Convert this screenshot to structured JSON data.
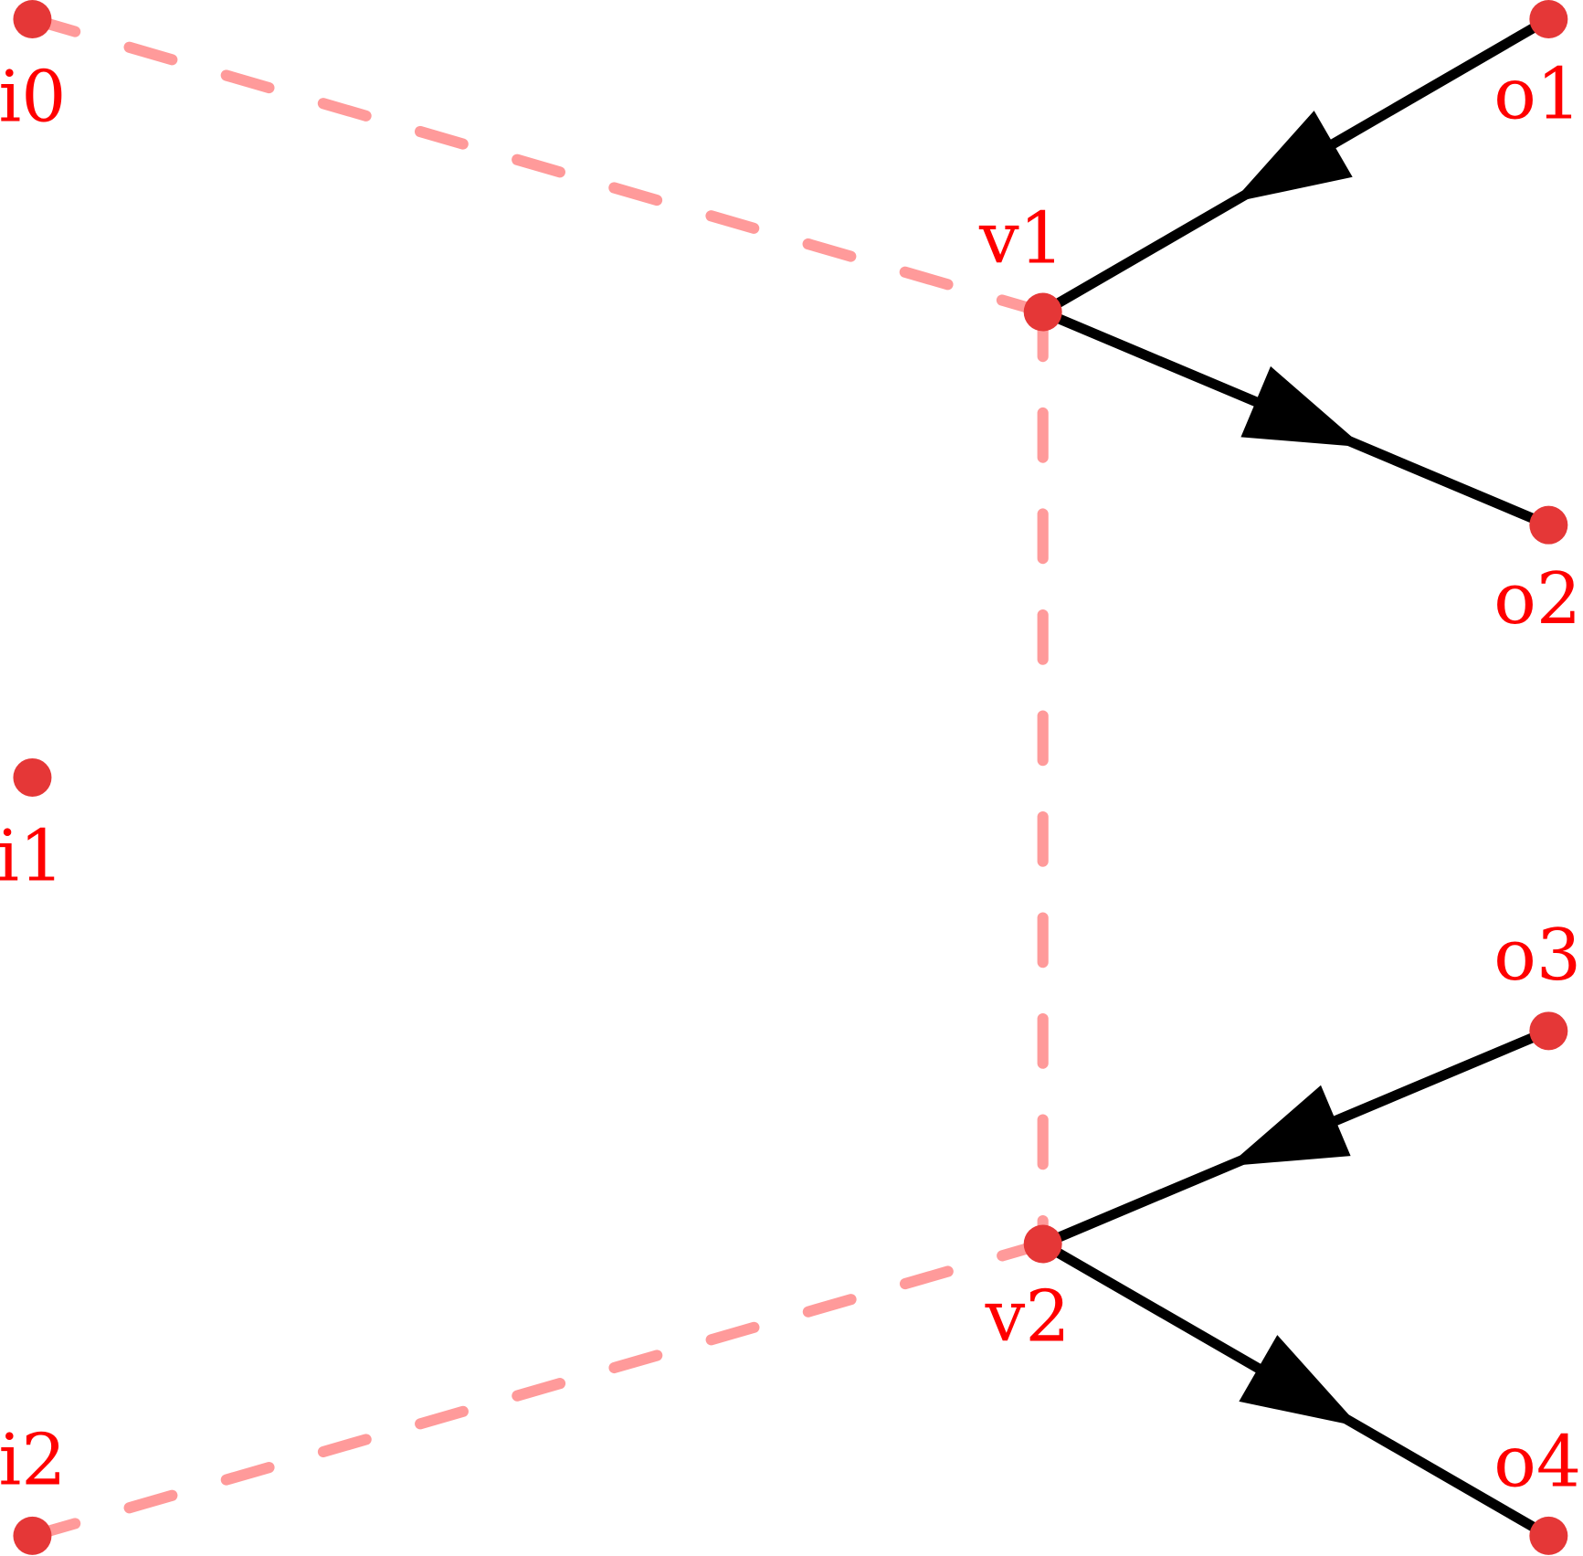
{
  "nodes": [
    {
      "id": "i0",
      "label": "i0"
    },
    {
      "id": "i1",
      "label": "i1"
    },
    {
      "id": "i2",
      "label": "i2"
    },
    {
      "id": "v1",
      "label": "v1"
    },
    {
      "id": "v2",
      "label": "v2"
    },
    {
      "id": "o1",
      "label": "o1"
    },
    {
      "id": "o2",
      "label": "o2"
    },
    {
      "id": "o3",
      "label": "o3"
    },
    {
      "id": "o4",
      "label": "o4"
    }
  ],
  "edges": [
    {
      "from": "i0",
      "to": "v1",
      "style": "dashed",
      "directed": false
    },
    {
      "from": "v1",
      "to": "v2",
      "style": "dashed",
      "directed": false
    },
    {
      "from": "i2",
      "to": "v2",
      "style": "dashed",
      "directed": false
    },
    {
      "from": "o1",
      "to": "v1",
      "style": "solid",
      "directed": true
    },
    {
      "from": "v1",
      "to": "o2",
      "style": "solid",
      "directed": true
    },
    {
      "from": "o3",
      "to": "v2",
      "style": "solid",
      "directed": true
    },
    {
      "from": "v2",
      "to": "o4",
      "style": "solid",
      "directed": true
    }
  ],
  "colors": {
    "node": "#e53737",
    "label": "#ff0000",
    "dashed_edge": "#ff9a9a",
    "solid_edge": "#000000"
  }
}
